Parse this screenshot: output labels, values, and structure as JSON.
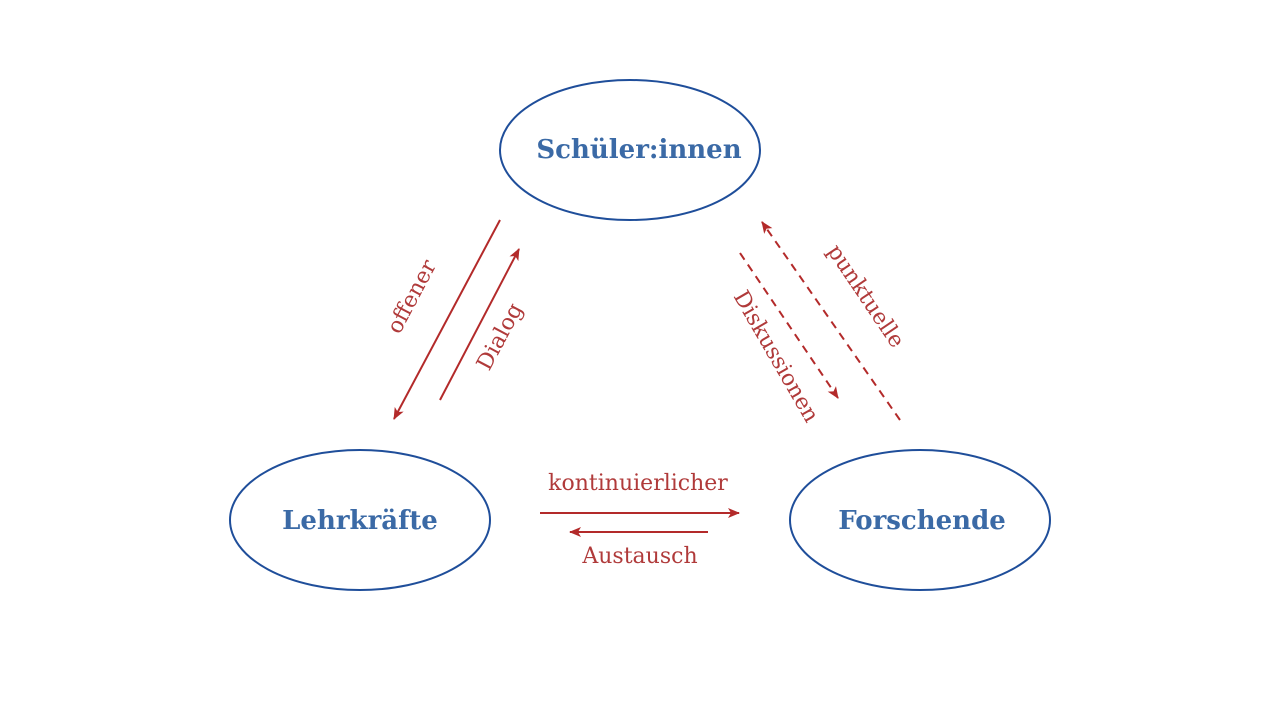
{
  "diagram": {
    "nodes": {
      "schueler": {
        "label": "Schüler:innen"
      },
      "lehrkraefte": {
        "label": "Lehrkräfte"
      },
      "forschende": {
        "label": "Forschende"
      }
    },
    "edges": {
      "schueler_lehrkraefte": {
        "label_a": "offener",
        "label_b": "Dialog",
        "style": "solid"
      },
      "schueler_forschende": {
        "label_a": "punktuelle",
        "label_b": "Diskussionen",
        "style": "dashed"
      },
      "lehrkraefte_forschende": {
        "label_a": "kontinuierlicher",
        "label_b": "Austausch",
        "style": "solid"
      }
    }
  },
  "colors": {
    "node_text": "#3b6aa6",
    "node_border": "#1f4e9a",
    "edge": "#b32a2a",
    "edge_text": "#b03a3a"
  }
}
